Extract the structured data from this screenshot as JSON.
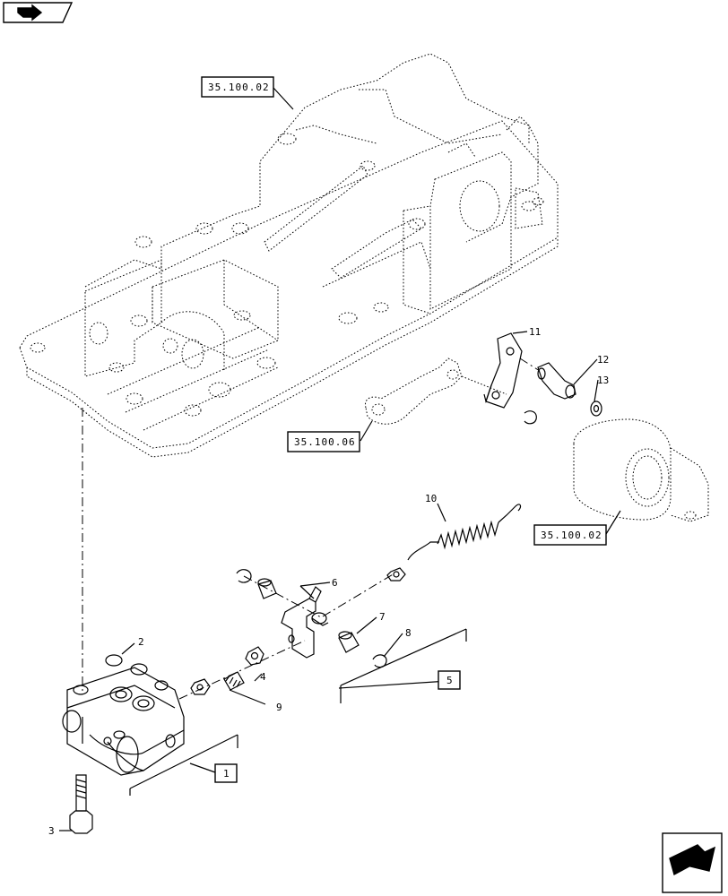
{
  "callouts": {
    "part_1": "1",
    "part_2": "2",
    "part_3": "3",
    "part_4": "4",
    "part_5": "5",
    "part_6": "6",
    "part_7": "7",
    "part_8": "8",
    "part_9": "9",
    "part_10": "10",
    "part_11": "11",
    "part_12": "12",
    "part_13": "13"
  },
  "references": {
    "ref_top": "35.100.02",
    "ref_link": "35.100.06",
    "ref_arm": "35.100.02"
  },
  "icons": {
    "top_left": "forward-arrow-icon",
    "bottom_right": "next-page-arrow-icon"
  }
}
